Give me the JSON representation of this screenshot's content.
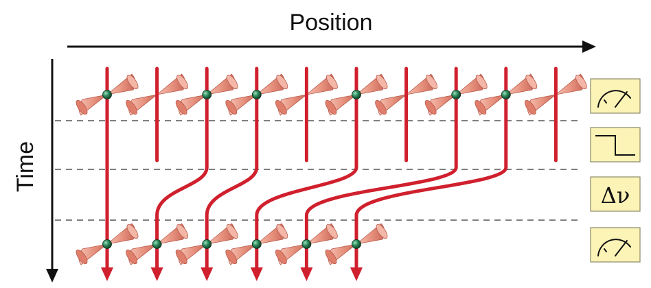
{
  "labels": {
    "position_axis": "Position",
    "time_axis": "Time"
  },
  "stages": [
    {
      "kind": "measurement",
      "icon": "meter-icon"
    },
    {
      "kind": "step-pulse",
      "icon": "step-function-icon"
    },
    {
      "kind": "frequency-shift",
      "text": "Δν"
    },
    {
      "kind": "measurement",
      "icon": "meter-icon"
    }
  ],
  "lattice": {
    "site_count": 10,
    "initial_atom_sites": [
      0,
      2,
      3,
      5,
      7,
      8
    ],
    "final_atom_sites": [
      0,
      1,
      2,
      3,
      4,
      5
    ],
    "phases": 4
  },
  "colors": {
    "trajectory": "#d0202e",
    "tweezer": "#e8907e",
    "atom": "#1f6b45",
    "stage_box_fill": "#fcf3b6",
    "stage_box_stroke": "#8a8a6a",
    "divider": "#333333"
  }
}
